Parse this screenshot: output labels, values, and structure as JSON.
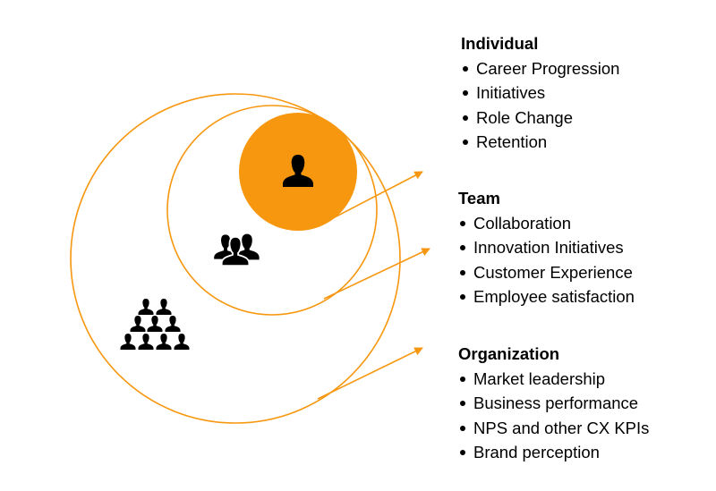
{
  "colors": {
    "accent": "#F7970F",
    "icon": "#000000"
  },
  "groups": [
    {
      "title": "Individual",
      "items": [
        "Career Progression",
        "Initiatives",
        "Role Change",
        "Retention"
      ],
      "icon": "person-icon"
    },
    {
      "title": "Team",
      "items": [
        "Collaboration",
        "Innovation Initiatives",
        "Customer Experience",
        "Employee satisfaction"
      ],
      "icon": "team-icon"
    },
    {
      "title": "Organization",
      "items": [
        "Market leadership",
        "Business performance",
        "NPS and other CX KPIs",
        "Brand perception"
      ],
      "icon": "organization-icon"
    }
  ]
}
